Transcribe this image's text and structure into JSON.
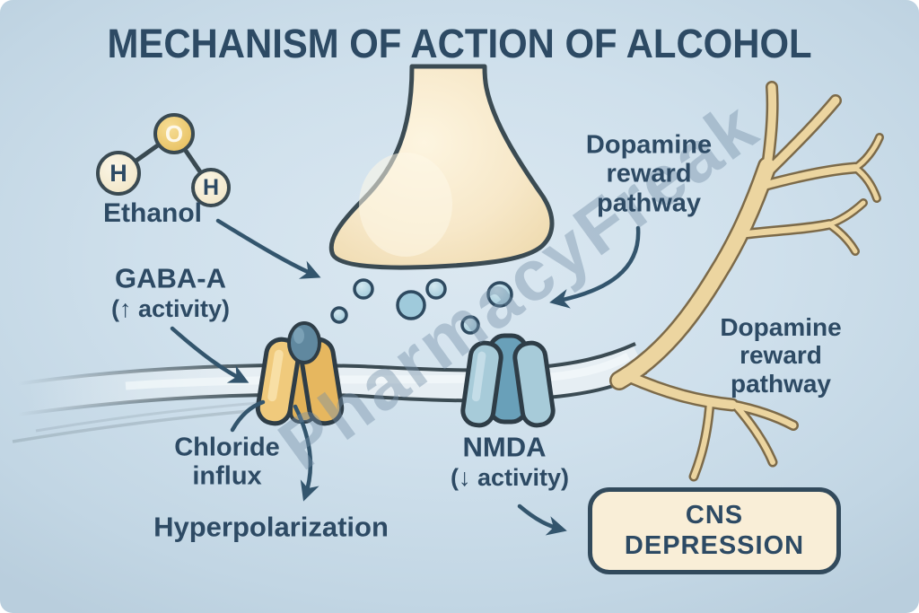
{
  "title": "MECHANISM OF ACTION OF ALCOHOL",
  "watermark": "PharmacyFreak",
  "molecule": {
    "label": "Ethanol",
    "atoms": [
      {
        "symbol": "H"
      },
      {
        "symbol": "O"
      },
      {
        "symbol": "H"
      }
    ]
  },
  "labels": {
    "gaba": {
      "name": "GABA-A",
      "activity": "(↑ activity)"
    },
    "dopamine_center": {
      "line1": "Dopamine",
      "line2": "reward",
      "line3": "pathway"
    },
    "dopamine_right": {
      "line1": "Dopamine",
      "line2": "reward",
      "line3": "pathway"
    },
    "chloride": {
      "line1": "Chloride",
      "line2": "influx"
    },
    "hyperpolarization": "Hyperpolarization",
    "nmda": {
      "name": "NMDA",
      "activity": "(↓ activity)"
    }
  },
  "outcome_box": {
    "line1": "CNS",
    "line2": "DEPRESSION"
  },
  "colors": {
    "background": "#cddee9",
    "text_navy": "#2d4a64",
    "arrow": "#33556d",
    "outline_dark": "#3b4b53",
    "terminal_fill": "#f7e8c9",
    "vesicle_fill": "#a5cddd",
    "gaba_receptor_fill": "#f0ca7c",
    "gaba_ligand_blue": "#60889f",
    "nmda_receptor_fill": "#a7cbd9",
    "nmda_channel_blue": "#69a0b9",
    "ethanol_o_fill": "#e9c469",
    "ethanol_h_fill": "#f7efd8",
    "dendrite_fill": "#ecd5a0",
    "dendrite_outline": "#7c6a49",
    "membrane_fill": "#e6eef3",
    "box_fill": "#f9eed7",
    "box_border": "#324a5c",
    "watermark": "#8aa6bb"
  }
}
